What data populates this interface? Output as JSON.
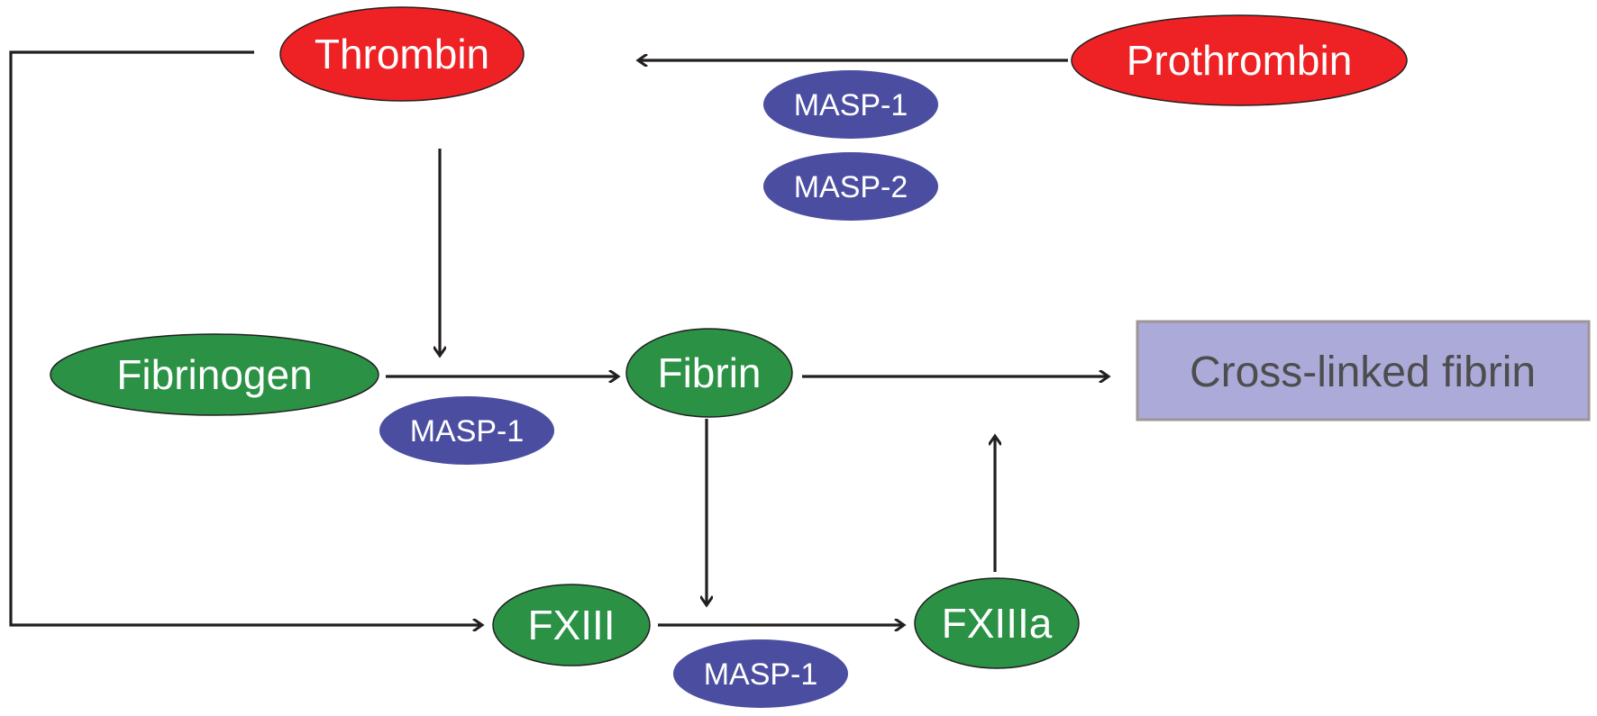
{
  "colors": {
    "thrombin_red": "#ee2224",
    "fibrin_green": "#2a9145",
    "masp_blue": "#4b4ea0",
    "product_fill": "#abaad9",
    "product_border": "#a09595",
    "product_text": "#4d4d4d",
    "arrow": "#231f20",
    "outline": "#231f20"
  },
  "nodes": {
    "thrombin": "Thrombin",
    "prothrombin": "Prothrombin",
    "fibrinogen": "Fibrinogen",
    "fibrin": "Fibrin",
    "fxiii": "FXIII",
    "fxiiia": "FXIIIa",
    "cross_linked_fibrin": "Cross-linked fibrin"
  },
  "enzymes": {
    "prothrombin_cleavage": [
      "MASP-1",
      "MASP-2"
    ],
    "fibrinogen_cleavage": [
      "MASP-1"
    ],
    "fxiii_activation": [
      "MASP-1"
    ]
  }
}
